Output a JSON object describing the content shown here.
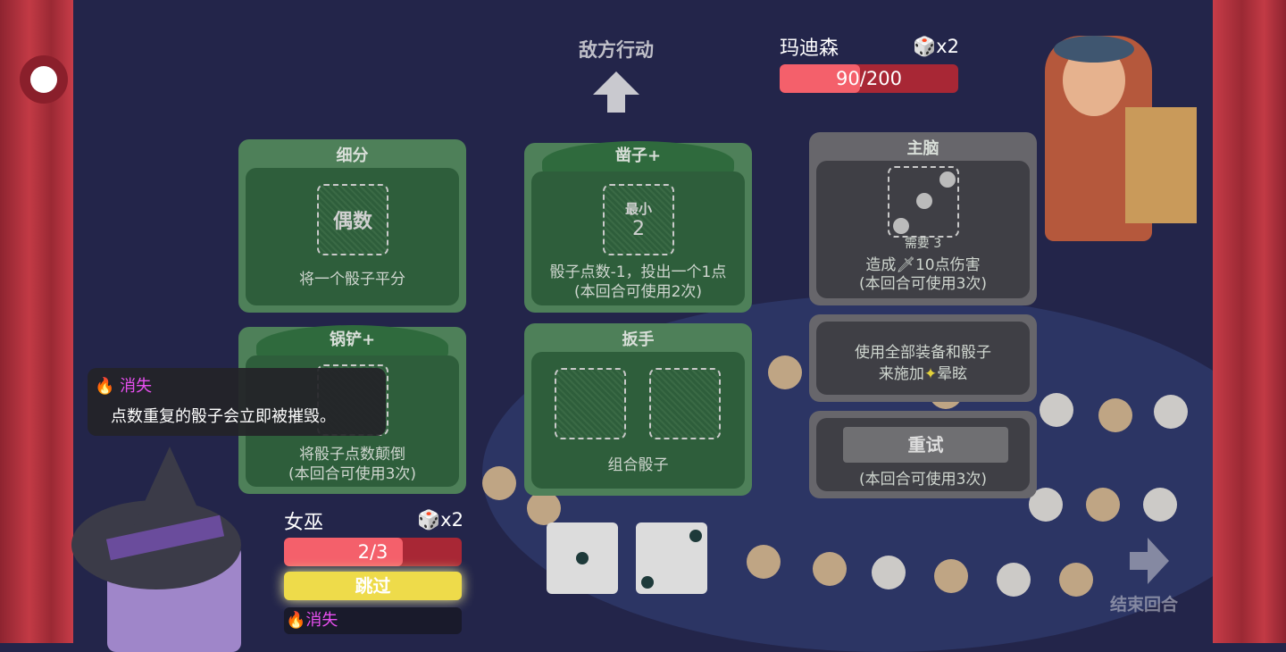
{
  "enemy_action": {
    "label": "敌方行动"
  },
  "enemy": {
    "name": "玛迪森",
    "dice_count": "x2",
    "hp_text": "90/200",
    "hp": 90,
    "hp_max": 200
  },
  "player": {
    "name": "女巫",
    "dice_count": "x2",
    "hp_text": "2/3",
    "hp": 2,
    "hp_max": 3,
    "skip_label": "跳过",
    "status": "消失"
  },
  "tooltip": {
    "title": "消失",
    "text": "点数重复的骰子会立即被摧毁。"
  },
  "cards": {
    "subdivide": {
      "title": "细分",
      "slot": "偶数",
      "desc": "将一个骰子平分"
    },
    "chisel": {
      "title": "凿子+",
      "slot_top": "最小",
      "slot_num": "2",
      "desc": "骰子点数-1，投出一个1点",
      "uses": "(本回合可使用2次)"
    },
    "spatula": {
      "title": "锅铲+",
      "desc": "将骰子点数颠倒",
      "uses": "(本回合可使用3次)"
    },
    "wrench": {
      "title": "扳手",
      "desc": "组合骰子"
    },
    "mastermind": {
      "title": "主脑",
      "need": "需要 3",
      "desc": "造成🗡10点伤害",
      "uses": "(本回合可使用3次)"
    },
    "enemy_special": {
      "line1": "使用全部装备和骰子",
      "line2": "来施加",
      "stun": "晕眩"
    },
    "reroll": {
      "button": "重试",
      "uses": "(本回合可使用3次)"
    }
  },
  "dice": [
    1,
    2
  ],
  "end_turn": {
    "label": "结束回合"
  },
  "colors": {
    "card_green": "#4e8059",
    "hp_red": "#f4606b",
    "skip_yellow": "#eedb4a",
    "status_pink": "#e84ff0"
  }
}
